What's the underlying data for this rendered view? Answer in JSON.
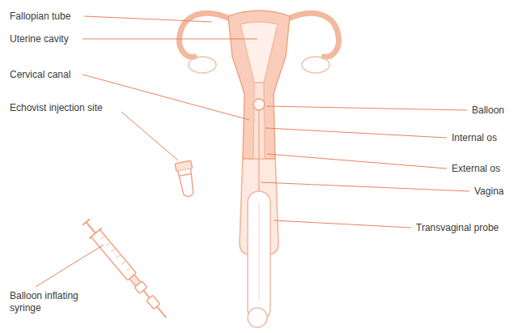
{
  "diagram": {
    "labels": [
      "Fallopian tube",
      "Uterine cavity",
      "Cervical canal",
      "Echovist injection site",
      "Balloon inflating syringe",
      "Balloon",
      "Internal os",
      "External os",
      "Vagina",
      "Transvaginal probe"
    ]
  }
}
